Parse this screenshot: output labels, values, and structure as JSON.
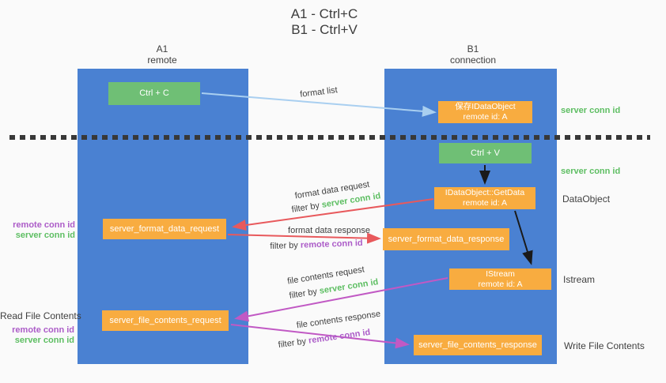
{
  "title": {
    "lines": [
      "A1 - Ctrl+C",
      "B1 - Ctrl+V"
    ]
  },
  "lanes": {
    "left": {
      "title": "A1",
      "subtitle": "remote"
    },
    "right": {
      "title": "B1",
      "subtitle": "connection"
    }
  },
  "boxes": {
    "ctrl_c": {
      "label": "Ctrl + C"
    },
    "ctrl_v": {
      "label": "Ctrl + V"
    },
    "save_dataobject": {
      "line1": "保存IDataObject",
      "line2": "remote id: A"
    },
    "getdata": {
      "line1": "IDataObject::GetData",
      "line2": "remote id: A"
    },
    "istream": {
      "line1": "IStream",
      "line2": "remote id: A"
    },
    "format_request": {
      "label": "server_format_data_request"
    },
    "format_response": {
      "label": "server_format_data_response"
    },
    "file_request": {
      "label": "server_file_contents_request"
    },
    "file_response": {
      "label": "server_file_contents_response"
    }
  },
  "flow_labels": {
    "format_list": "format list",
    "format_data_request": "format data request",
    "format_data_response": "format data response",
    "file_contents_request": "file contents request",
    "file_contents_response": "file contents response",
    "filter_by": "filter by ",
    "server_conn_id": "server conn id",
    "remote_conn_id": "remote conn id"
  },
  "side_labels": {
    "server_conn_id_top": "server conn id",
    "server_conn_id_mid": "server conn id",
    "dataobject": "DataObject",
    "istream": "Istream",
    "write_file_contents": "Write File Contents",
    "read_file_contents": "Read File Contents",
    "remote_conn_id": "remote conn id",
    "server_conn_id": "server conn id"
  },
  "colors": {
    "background": "#FAFAFA",
    "lane_blue": "#4A81D2",
    "box_green": "#6FBF75",
    "box_orange": "#F8AC40",
    "text_green": "#5DBE62",
    "text_purple": "#AC5CC8",
    "text_dark": "#3F3F3F",
    "arrow_blue": "#A9CFF0",
    "arrow_red": "#E8595C",
    "arrow_magenta": "#C159C4",
    "arrow_black": "#1A1A1A"
  }
}
